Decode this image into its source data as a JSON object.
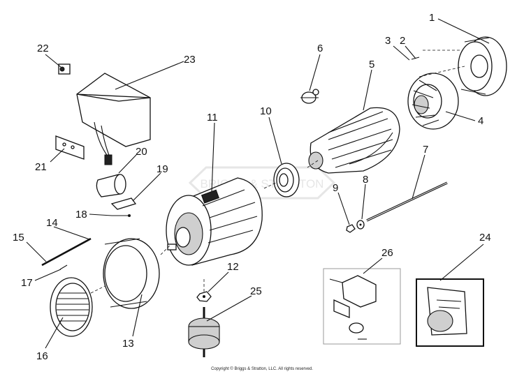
{
  "diagram": {
    "callouts": [
      "1",
      "2",
      "3",
      "4",
      "5",
      "6",
      "7",
      "8",
      "9",
      "10",
      "11",
      "12",
      "13",
      "14",
      "15",
      "16",
      "17",
      "18",
      "19",
      "20",
      "21",
      "22",
      "23",
      "24",
      "25",
      "26"
    ],
    "watermark": "BRIGGS & STRATTON"
  },
  "footer": {
    "copyright": "Copyright © Briggs & Stratton, LLC. All rights reserved."
  }
}
